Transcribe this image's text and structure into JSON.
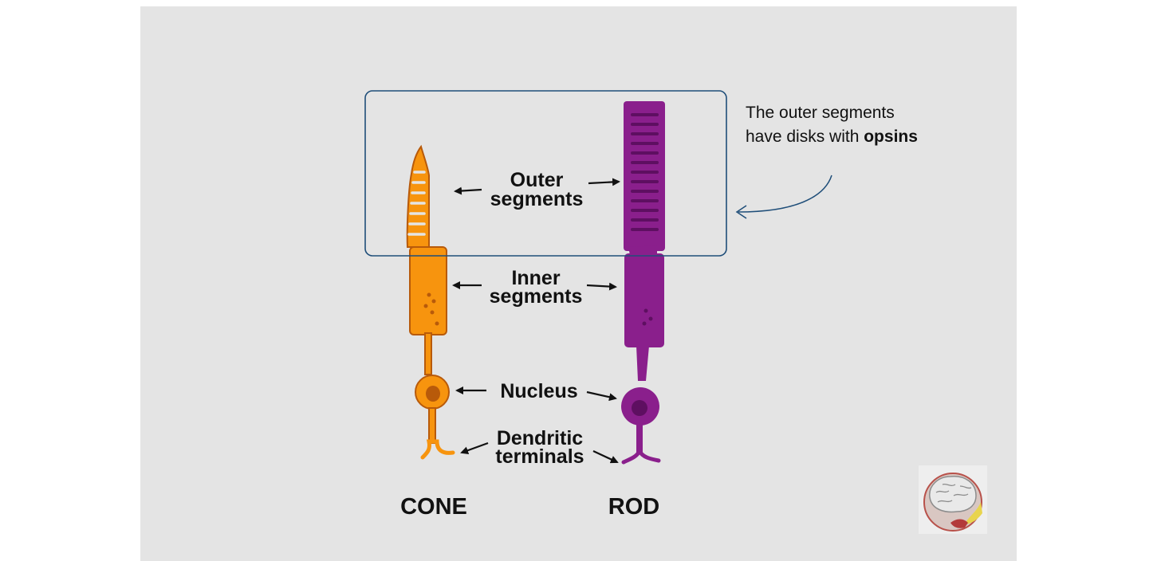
{
  "labels": {
    "outer_line1": "Outer",
    "outer_line2": "segments",
    "inner_line1": "Inner",
    "inner_line2": "segments",
    "nucleus": "Nucleus",
    "dendritic_line1": "Dendritic",
    "dendritic_line2": "terminals",
    "cone": "CONE",
    "rod": "ROD"
  },
  "note": {
    "line1": "The outer segments",
    "line2_prefix": "have disks with ",
    "line2_bold": "opsins"
  },
  "colors": {
    "cone": "#f7940e",
    "cone_outline": "#b85a0a",
    "rod": "#8a1f8c",
    "rod_detail": "#5e0f61",
    "highlight_box": "#1f4e79",
    "arrow": "#111111"
  },
  "icons": {
    "logo": "brain-logo-icon"
  }
}
